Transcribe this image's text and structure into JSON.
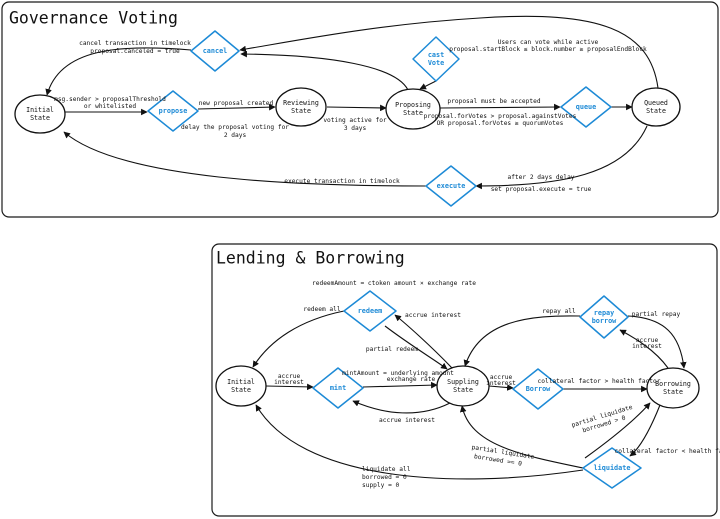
{
  "colors": {
    "action": "#1d8ad6",
    "line": "#111111",
    "note": "#1d8ad6"
  },
  "governance": {
    "title": "Governance Voting",
    "states": {
      "initial": [
        "Initial",
        "State"
      ],
      "reviewing": [
        "Reviewing",
        "State"
      ],
      "proposing": [
        "Proposing",
        "State"
      ],
      "queued": [
        "Queued",
        "State"
      ]
    },
    "actions": {
      "cancel": [
        "cancel"
      ],
      "propose": [
        "propose"
      ],
      "cast_vote": [
        "cast",
        "Vote"
      ],
      "queue": [
        "queue"
      ],
      "execute": [
        "execute"
      ]
    },
    "labels": {
      "cancel_top": "cancel transaction in timelock",
      "cancel_bottom": "proposal.canceled = true",
      "sender_1": "msg.sender > proposalThreshold",
      "sender_2": "or whitelisted",
      "new_proposal": "new proposal created",
      "delay_1": "delay the proposal voting for",
      "delay_2": "2 days",
      "voting_1": "voting active for",
      "voting_2": "3 days",
      "must_accept": "proposal must be accepted",
      "votes_1": "proposal.forVotes > proposal.againstVotes",
      "votes_2": "OR proposal.forVotes ≥ quorumVotes",
      "after_delay": "after 2 days delay",
      "execute_set": "set proposal.execute = true",
      "execute_timelock": "execute transaction in timelock"
    },
    "note": {
      "line1": "Users can vote while active",
      "line2": "proposal.startBlock ≤ block.number ≥ proposalEndBlock"
    }
  },
  "lending": {
    "title": "Lending & Borrowing",
    "states": {
      "initial": [
        "Initial",
        "State"
      ],
      "suppling": [
        "Suppling",
        "State"
      ],
      "borrowing": [
        "Borrowing",
        "State"
      ]
    },
    "actions": {
      "redeem": [
        "redeem"
      ],
      "mint": [
        "mint"
      ],
      "borrow": [
        "Borrow"
      ],
      "repay_borrow": [
        "repay",
        "borrow"
      ],
      "liquidate": [
        "liquidate"
      ]
    },
    "labels": {
      "redeem_amount": "redeemAmount = ctoken amount × exchange rate",
      "redeem_all": "redeem all",
      "accrue_redeem": "accrue interest",
      "partial_redeem": "partial redeem",
      "accrue_init_1": "accrue",
      "accrue_init_2": "interest",
      "mint_amount_1": "mintAmount = underlying amount",
      "mint_amount_2": "exchange rate",
      "accrue_mint": "accrue interest",
      "accrue_supply_1": "accrue",
      "accrue_supply_2": "interest",
      "collateral_gt": "collateral factor > health factor",
      "repay_all": "repay all",
      "partial_repay": "partial repay",
      "accrue_borrow_1": "accrue",
      "accrue_borrow_2": "interest",
      "collateral_lt": "collateral factor < health factor",
      "partial_liq_up_1": "partial liquidate",
      "partial_liq_up_2": "borrowed > 0",
      "partial_liq_down_1": "partial liquidate",
      "partial_liq_down_2": "borrowed == 0",
      "liq_all_1": "liquidate all",
      "liq_all_2": "borrowed = 0",
      "liq_all_3": "supply = 0"
    }
  }
}
